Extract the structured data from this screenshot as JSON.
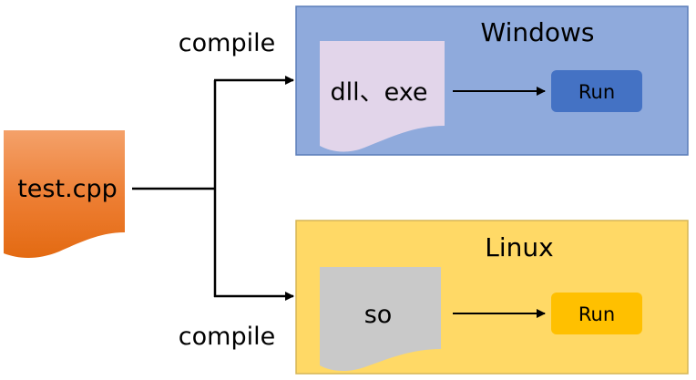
{
  "source_file": {
    "label": "test.cpp",
    "color": "#ED7D31"
  },
  "edges": {
    "to_windows_label": "compile",
    "to_linux_label": "compile"
  },
  "platforms": {
    "windows": {
      "title": "Windows",
      "artifact_label": "dll、exe",
      "run_label": "Run",
      "panel_color": "#8FAADC",
      "artifact_color": "#E2D5EA",
      "run_color": "#4472C4"
    },
    "linux": {
      "title": "Linux",
      "artifact_label": "so",
      "run_label": "Run",
      "panel_color": "#FFD966",
      "artifact_color": "#C9C9C9",
      "run_color": "#FFC000"
    }
  }
}
